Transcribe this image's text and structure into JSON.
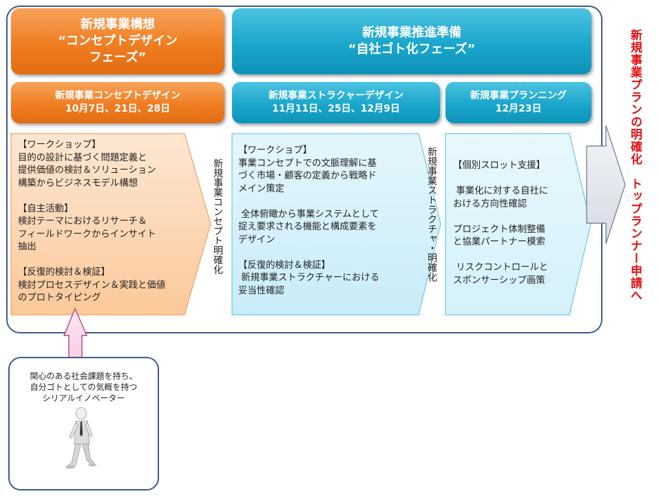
{
  "phases": {
    "concept": {
      "title_lines": [
        "新規事業構想",
        "“コンセプトデザイン",
        "フェーズ”"
      ],
      "color": "#ef7d22"
    },
    "promotion": {
      "title_lines": [
        "新規事業推進準備",
        "“自社ゴト化フェーズ”"
      ],
      "color": "#1aa6cc"
    }
  },
  "stages": [
    {
      "title": "新規事業コンセプトデザイン",
      "dates": "10月7日、21日、28日"
    },
    {
      "title": "新規事業ストラクャーデザイン",
      "dates": "11月11日、25日、12月9日"
    },
    {
      "title": "新規事業プランニング",
      "dates": "12月23日"
    }
  ],
  "contents": [
    {
      "text": "【ワークショップ】\n目的の設計に基づく問題定義と\n提供価値の検討＆ソリューション\n構築からビジネスモデル構想\n\n【自主活動】\n検討テーマにおけるリサーチ＆\nフィールドワークからインサイト\n抽出\n\n【反復的検討＆検証】\n検討プロセスデザイン＆実践と価値\nのプロトタイピング"
    },
    {
      "text": "【ワークショプ】\n事業コンセプトでの文脈理解に基\nづく市場・顧客の定義から戦略ド\nメイン策定\n\n 全体俯瞰から事業システムとして\n捉え要求される機能と構成要素を\nデザイン\n\n【反復的検討＆検証】\n 新規事業ストラクチャーにおける\n妥当性確認"
    },
    {
      "text": "【個別スロット支援】\n\n 事業化に対する自社に\nおける方向性確認\n\nプロジェクト体制整備\nと協業パートナー模索\n\n リスクコントロールと\nスポンサーシップ画策"
    }
  ],
  "transitions": {
    "concept_clarified": "新規事業コンセプト明確化",
    "structure_clarified": "新規事業ストラクチャ・明確化"
  },
  "outcome": "新規事業プランの明確化　トップランナー申請へ",
  "participant": {
    "text": "関心のある社会課題を持ち、\n自分ゴトとしての気概を持つ\nシリアルイノベーター"
  },
  "colors": {
    "frame": "#3b5a8a",
    "orange_light": "#fde0c4",
    "teal_light": "#d8f2fb",
    "outcome_red": "#e01010",
    "input_arrow": "#fbd0e8"
  }
}
